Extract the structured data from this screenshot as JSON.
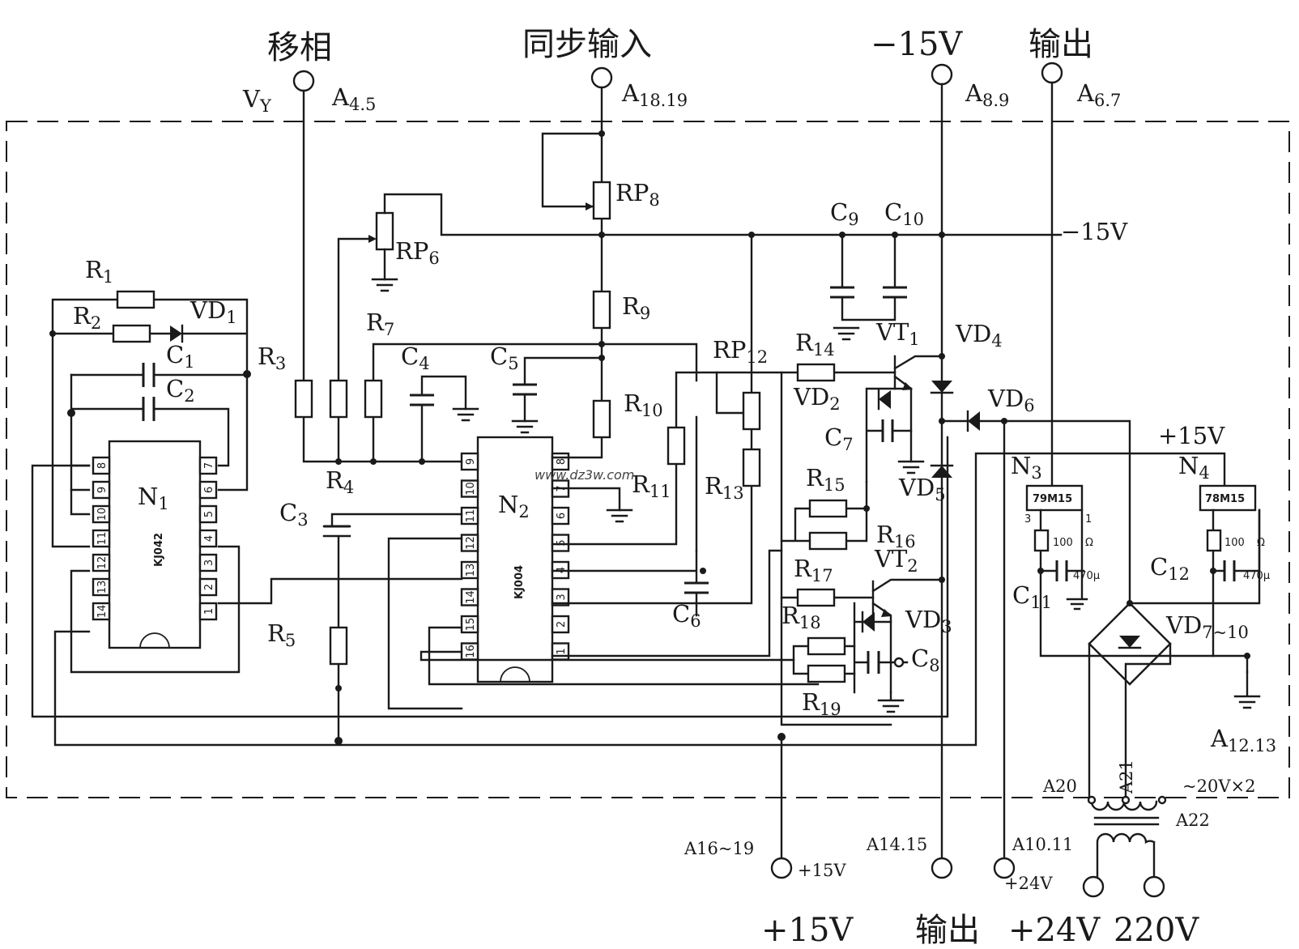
{
  "top_labels": {
    "phase_shift": "移相",
    "sync_input": "同步输入",
    "neg15v": "−15V",
    "output": "输出"
  },
  "bottom_labels": {
    "pos15v": "+15V",
    "output": "输出",
    "pos24v": "+24V",
    "ac220v": "220V"
  },
  "terminals": {
    "vy": "V",
    "vy_sub": "Y",
    "a45": "A",
    "a45_sub": "4.5",
    "a1819": "A",
    "a1819_sub": "18.19",
    "a89": "A",
    "a89_sub": "8.9",
    "a67": "A",
    "a67_sub": "6.7",
    "a1213": "A",
    "a1213_sub": "12.13",
    "a20": "A20",
    "a21": "A21",
    "a22": "A22",
    "a1619": "A16~19",
    "a1415": "A14.15",
    "a1011": "A10.11",
    "t_pos15": "+15V",
    "t_pos24": "+24V",
    "rail_neg15": "−15V",
    "rail_pos15": "+15V",
    "ac_out": "~20V×2"
  },
  "components": {
    "R1": [
      "R",
      "1"
    ],
    "R2": [
      "R",
      "2"
    ],
    "R3": [
      "R",
      "3"
    ],
    "R4": [
      "R",
      "4"
    ],
    "R5": [
      "R",
      "5"
    ],
    "R7": [
      "R",
      "7"
    ],
    "R9": [
      "R",
      "9"
    ],
    "R10": [
      "R",
      "10"
    ],
    "R11": [
      "R",
      "11"
    ],
    "R13": [
      "R",
      "13"
    ],
    "R14": [
      "R",
      "14"
    ],
    "R15": [
      "R",
      "15"
    ],
    "R16": [
      "R",
      "16"
    ],
    "R17": [
      "R",
      "17"
    ],
    "R18": [
      "R",
      "18"
    ],
    "R19": [
      "R",
      "19"
    ],
    "RP6": [
      "RP",
      "6"
    ],
    "RP8": [
      "RP",
      "8"
    ],
    "RP12": [
      "RP",
      "12"
    ],
    "C1": [
      "C",
      "1"
    ],
    "C2": [
      "C",
      "2"
    ],
    "C3": [
      "C",
      "3"
    ],
    "C4": [
      "C",
      "4"
    ],
    "C5": [
      "C",
      "5"
    ],
    "C6": [
      "C",
      "6"
    ],
    "C7": [
      "C",
      "7"
    ],
    "C8": [
      "C",
      "8"
    ],
    "C9": [
      "C",
      "9"
    ],
    "C10": [
      "C",
      "10"
    ],
    "C11": [
      "C",
      "11"
    ],
    "C12": [
      "C",
      "12"
    ],
    "VD1": [
      "VD",
      "1"
    ],
    "VD2": [
      "VD",
      "2"
    ],
    "VD3": [
      "VD",
      "3"
    ],
    "VD4": [
      "VD",
      "4"
    ],
    "VD5": [
      "VD",
      "5"
    ],
    "VD6": [
      "VD",
      "6"
    ],
    "VD710": [
      "VD",
      "7~10"
    ],
    "VT1": [
      "VT",
      "1"
    ],
    "VT2": [
      "VT",
      "2"
    ],
    "N1": [
      "N",
      "1"
    ],
    "N2": [
      "N",
      "2"
    ],
    "N3": [
      "N",
      "3"
    ],
    "N4": [
      "N",
      "4"
    ]
  },
  "chips": {
    "n1_part": "KJ042",
    "n2_part": "KJ004",
    "n3_part": "79M15",
    "n4_part": "78M15",
    "n1_pins_left": [
      "8",
      "9",
      "10",
      "11",
      "12",
      "13",
      "14"
    ],
    "n1_pins_right": [
      "7",
      "6",
      "5",
      "4",
      "3",
      "2",
      "1"
    ],
    "n2_pins_left": [
      "9",
      "10",
      "11",
      "12",
      "13",
      "14",
      "15",
      "16"
    ],
    "n2_pins_right": [
      "8",
      "7",
      "6",
      "5",
      "4",
      "3",
      "2",
      "1"
    ]
  },
  "values": {
    "r100": "100",
    "ohm": "Ω",
    "cap470": "470μ",
    "pin3": "3",
    "pin1": "1"
  },
  "watermark": "www.dz3w.com"
}
